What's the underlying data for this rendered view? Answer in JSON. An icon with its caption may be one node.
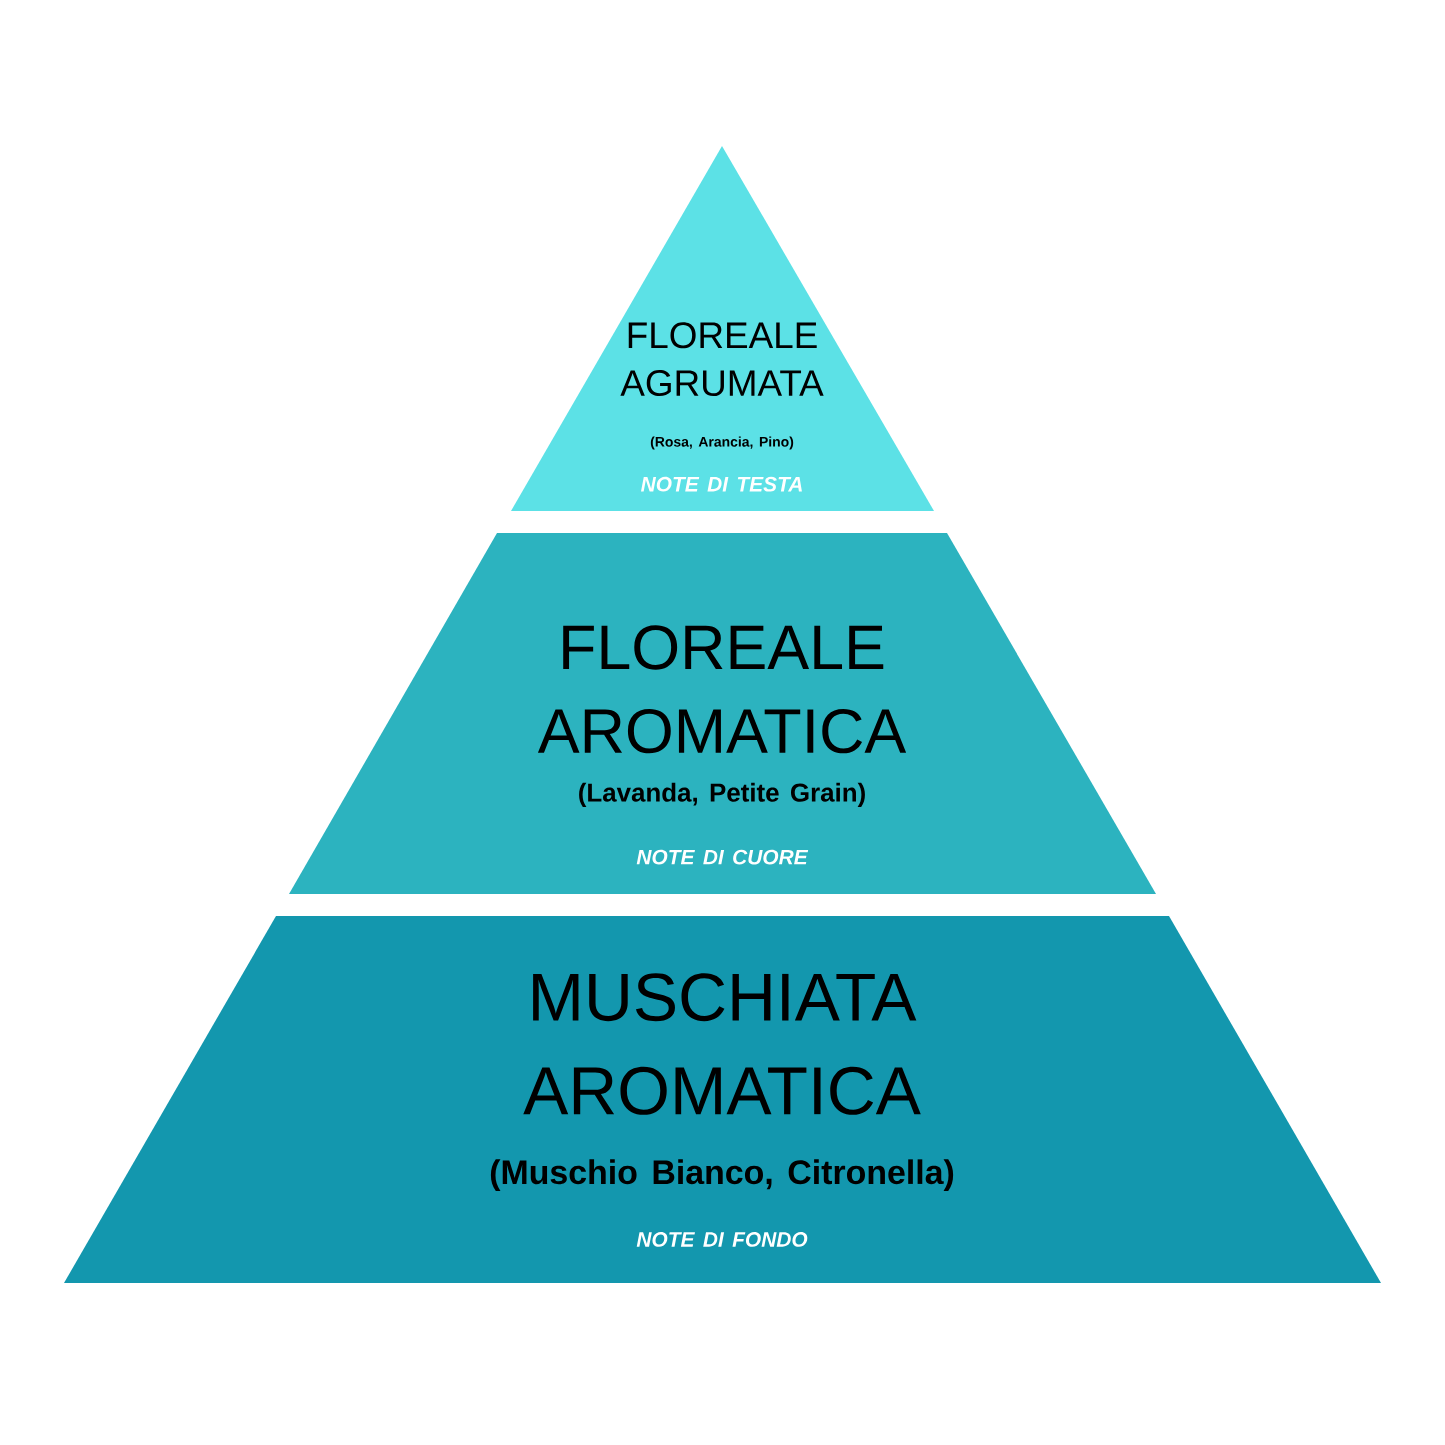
{
  "diagram": {
    "nodes": [
      {
        "text": [
          "FLOREALE AGRUMATA",
          "(Rosa, Arancia, Pino)",
          "NOTE DI TESTA"
        ]
      },
      {
        "text": [
          "FLOREALE AROMATICA",
          "(Lavanda, Petite Grain)",
          "NOTE DI CUORE"
        ]
      },
      {
        "text": [
          "MUSCHIATA AROMATICA",
          "(Muschio Bianco, Citronella)",
          "NOTE DI FONDO"
        ]
      }
    ]
  }
}
